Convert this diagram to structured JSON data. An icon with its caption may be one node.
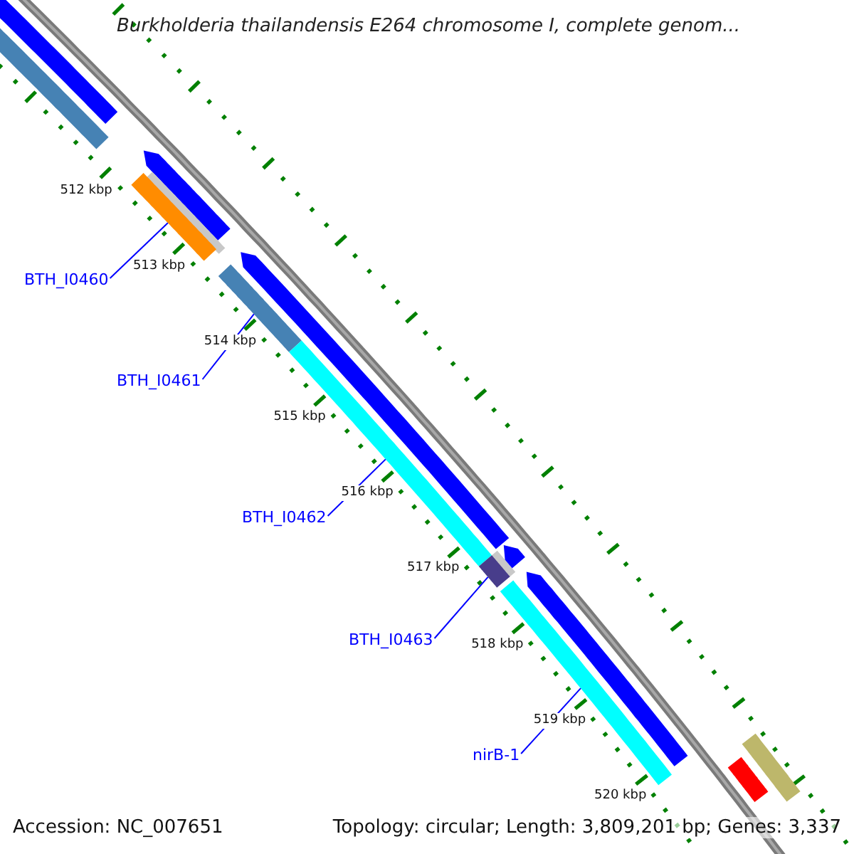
{
  "diagram": {
    "title": "Burkholderia thailandensis E264 chromosome I, complete genom...",
    "nodes": [
      {
        "text": [
          "BTH_I0460"
        ]
      },
      {
        "text": [],
        "shape": "bar"
      },
      {
        "text": [
          "BTH_I0461"
        ]
      },
      {
        "text": [],
        "shape": "bar"
      },
      {
        "text": [
          "BTH_I0462"
        ]
      },
      {
        "text": [],
        "shape": "bar"
      },
      {
        "text": [
          "BTH_I0463"
        ]
      },
      {
        "text": [],
        "shape": "bar"
      },
      {
        "text": [
          "nirB-1"
        ]
      },
      {
        "text": [],
        "shape": "bar"
      },
      {
        "text": [],
        "shape": "bar"
      },
      {
        "text": [],
        "shape": "bar"
      },
      {
        "text": [],
        "shape": "bar"
      },
      {
        "text": [],
        "shape": "bar"
      },
      {
        "text": [],
        "shape": "bar"
      },
      {
        "text": [],
        "shape": "bar"
      },
      {
        "text": [],
        "shape": "bar"
      },
      {
        "text": [],
        "shape": "bar"
      },
      {
        "text": [],
        "shape": "bar"
      },
      {
        "text": [],
        "shape": "bar"
      }
    ],
    "edges": [
      {
        "from": 0,
        "to": 1,
        "arrow": "none"
      },
      {
        "from": 2,
        "to": 3,
        "arrow": "none"
      },
      {
        "from": 4,
        "to": 5,
        "arrow": "none"
      },
      {
        "from": 6,
        "to": 7,
        "arrow": "none"
      },
      {
        "from": 8,
        "to": 9,
        "arrow": "none"
      }
    ],
    "labels": [
      "512 kbp",
      "513 kbp",
      "514 kbp",
      "515 kbp",
      "516 kbp",
      "517 kbp",
      "518 kbp",
      "519 kbp",
      "520 kbp",
      "Accession: NC_007651",
      "Topology: circular; Length: 3,809,201 bp; Genes: 3,337"
    ]
  }
}
